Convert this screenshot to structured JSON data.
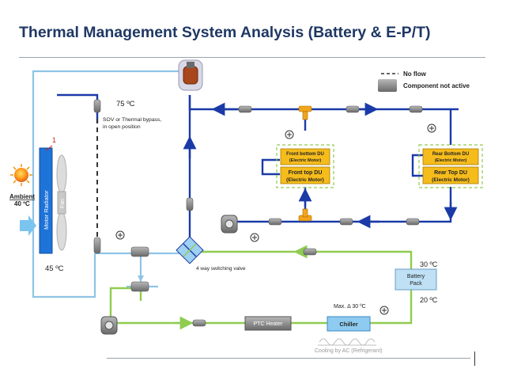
{
  "title": "Thermal Management System Analysis (Battery & E-P/T)",
  "legend": {
    "no_flow": "No flow",
    "inactive": "Component not active"
  },
  "labels": {
    "temp_75": "75 ºC",
    "temp_45": "45 ºC",
    "sov_line1": "SOV or Thermal bypass,",
    "sov_line2": "in open position",
    "ambient": "Ambient",
    "ambient_temp": "40 ºC",
    "radiator": "Motor Radiator",
    "fan": "Fan",
    "marker_1": "1",
    "switching_valve": "4 way switching valve",
    "temp_30": "30 ºC",
    "temp_20": "20 ºC",
    "max_delta": "Max. Δ 30 ºC",
    "ptc_heater": "PTC Heater",
    "chiller": "Chiller",
    "cooling_ac": "Cooling by AC (Refrigerant)"
  },
  "components": {
    "front_bottom_du": [
      "Front bottom DU",
      "(Electric Motor)"
    ],
    "front_top_du": [
      "Front top DU",
      "(Electric Motor)"
    ],
    "rear_bottom_du": [
      "Rear Bottom DU",
      "(Electric Motor)"
    ],
    "rear_top_du": [
      "Rear Top DU",
      "(Electric Motor)"
    ],
    "battery_pack": [
      "Battery",
      "Pack"
    ]
  },
  "colors": {
    "title": "#1f3864",
    "hot_loop": "#1a3aa8",
    "battery_loop": "#8fcc50",
    "radiator_line": "#8ec4e6",
    "radiator": "#1e73d8",
    "du_box": "#f5bc1c",
    "inactive": "#8a8a8a",
    "battery_box": "#bfe0f5"
  }
}
